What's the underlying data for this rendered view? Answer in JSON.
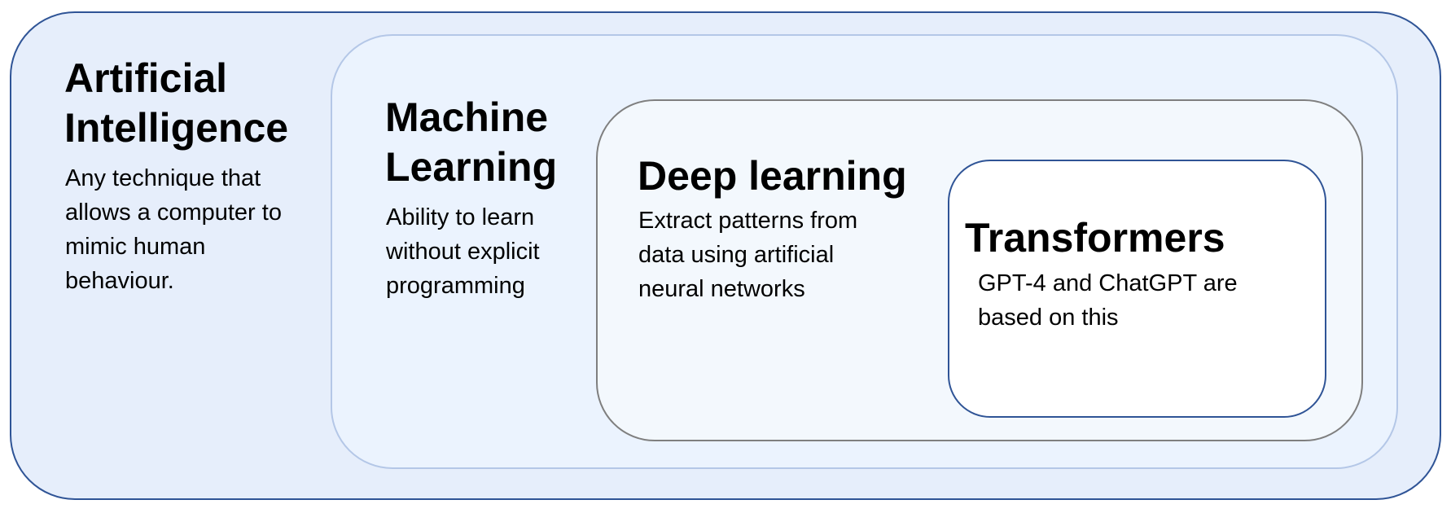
{
  "diagram": {
    "ai": {
      "title": "Artificial Intelligence",
      "description": "Any technique that allows a computer to mimic human behaviour."
    },
    "ml": {
      "title": "Machine Learning",
      "description": "Ability to learn without explicit programming"
    },
    "dl": {
      "title": "Deep learning",
      "description": "Extract patterns from data using artificial neural networks"
    },
    "transformers": {
      "title": "Transformers",
      "description": "GPT-4 and ChatGPT are based on this"
    }
  },
  "colors": {
    "outer_border": "#2f5496",
    "outer_fill": "#e6eefb",
    "ml_border": "#b4c7e7",
    "ml_fill": "#ebf3fe",
    "dl_border": "#7f7f7f",
    "dl_fill": "#f3f8fd",
    "transformers_border": "#2f5496",
    "transformers_fill": "#ffffff"
  }
}
